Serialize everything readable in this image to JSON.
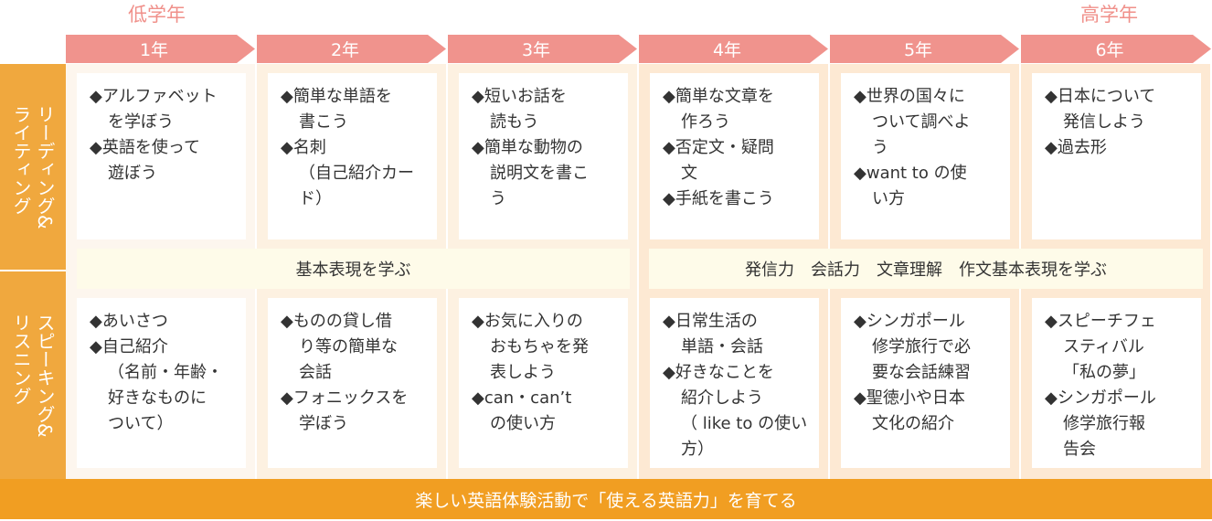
{
  "stages": {
    "lower": "低学年",
    "upper": "高学年"
  },
  "grades": [
    "1年",
    "2年",
    "3年",
    "4年",
    "5年",
    "6年"
  ],
  "rows": {
    "reading_writing": "リーディング&\nライティング",
    "speaking_listening": "スピーキング&\nリスニング"
  },
  "reading_writing": [
    [
      "◆アルファベット\nを学ぼう",
      "◆英語を使って\n遊ぼう"
    ],
    [
      "◆簡単な単語を\n書こう",
      "◆名刺\n（自己紹介カー\nド）"
    ],
    [
      "◆短いお話を\n読もう",
      "◆簡単な動物の\n説明文を書こ\nう"
    ],
    [
      "◆簡単な文章を\n作ろう",
      "◆否定文・疑問\n文",
      "◆手紙を書こう"
    ],
    [
      "◆世界の国々に\nついて調べよ\nう",
      "◆want to の使\nい方"
    ],
    [
      "◆日本について\n発信しよう",
      "◆過去形"
    ]
  ],
  "bands": {
    "lower": "基本表現を学ぶ",
    "upper": "発信力　会話力　文章理解　作文基本表現を学ぶ"
  },
  "speaking_listening": [
    [
      "◆あいさつ",
      "◆自己紹介\n（名前・年齢・\n好きなものに\nついて）"
    ],
    [
      "◆ものの貸し借\nり等の簡単な\n会話",
      "◆フォニックスを\n学ぼう"
    ],
    [
      "◆お気に入りの\nおもちゃを発\n表しよう",
      "◆can・can’t\nの使い方"
    ],
    [
      "◆日常生活の\n単語・会話",
      "◆好きなことを\n紹介しよう\n（ like to の使い\n方）"
    ],
    [
      "◆シンガポール\n修学旅行で必\n要な会話練習",
      "◆聖徳小や日本\n文化の紹介"
    ],
    [
      "◆スピーチフェ\nスティバル\n「私の夢」",
      "◆シンガポール\n修学旅行報\n告会"
    ]
  ],
  "footer": "楽しい英語体験活動で「使える英語力」を育てる",
  "colors": {
    "arrow": "#f0938d",
    "side": "#f0a83e",
    "footer": "#f19e22"
  }
}
